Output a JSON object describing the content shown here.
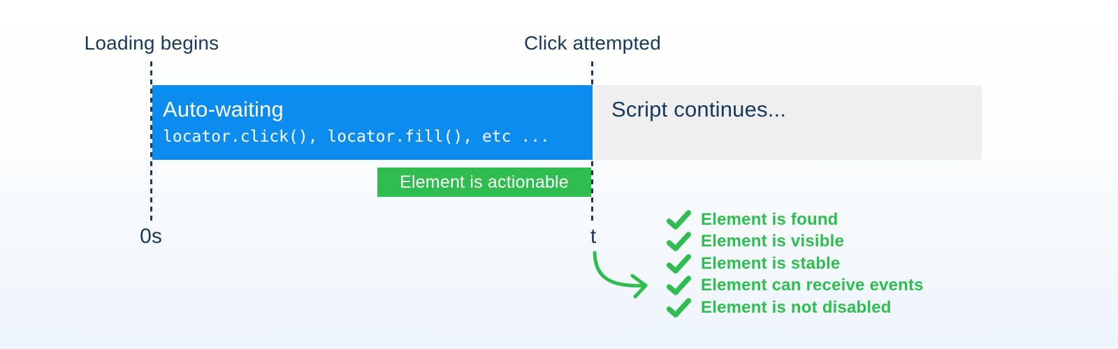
{
  "colors": {
    "navy": "#17395d",
    "blue": "#0d8cf0",
    "gray_bar": "#efefef",
    "green": "#2ebd4e",
    "white": "#ffffff",
    "bg_top": "#ffffff",
    "bg_bottom": "#edf4fb"
  },
  "markers": {
    "start": {
      "label": "Loading begins",
      "time": "0s"
    },
    "end": {
      "label": "Click attempted",
      "time": "t"
    }
  },
  "bars": {
    "auto_waiting": {
      "title": "Auto-waiting",
      "code": "locator.click(), locator.fill(), etc ..."
    },
    "script_continues": {
      "title": "Script continues..."
    }
  },
  "badge": {
    "label": "Element is actionable"
  },
  "checklist": {
    "items": [
      "Element is found",
      "Element is visible",
      "Element is stable",
      "Element can receive events",
      "Element is not disabled"
    ]
  }
}
